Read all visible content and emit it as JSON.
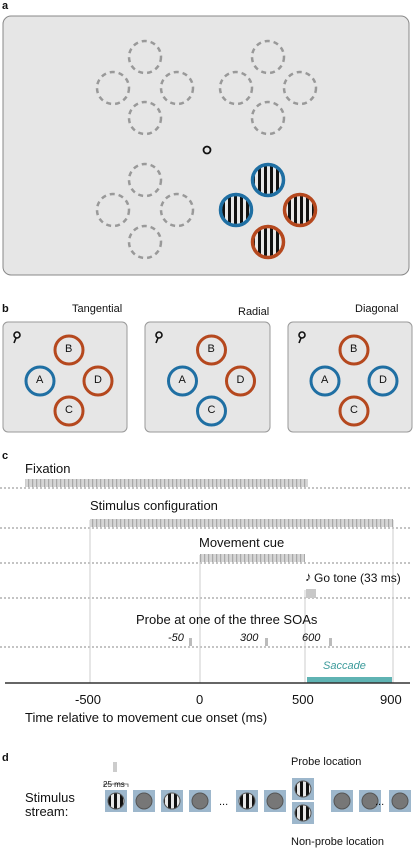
{
  "panels": {
    "a": {
      "label": "a"
    },
    "b": {
      "label": "b",
      "configs": [
        {
          "title": "Tangential",
          "letters": {
            "top": "B",
            "left": "A",
            "right": "D",
            "bottom": "C"
          },
          "colors": {
            "top": "orange",
            "left": "blue",
            "right": "orange",
            "bottom": "orange"
          }
        },
        {
          "title": "Radial",
          "letters": {
            "top": "B",
            "left": "A",
            "right": "D",
            "bottom": "C"
          },
          "colors": {
            "top": "orange",
            "left": "blue",
            "right": "orange",
            "bottom": "blue"
          }
        },
        {
          "title": "Diagonal",
          "letters": {
            "top": "B",
            "left": "A",
            "right": "D",
            "bottom": "C"
          },
          "colors": {
            "top": "orange",
            "left": "blue",
            "right": "blue",
            "bottom": "orange"
          }
        }
      ]
    },
    "c": {
      "label": "c",
      "rows": [
        {
          "name": "fixation",
          "text": "Fixation"
        },
        {
          "name": "stimulus",
          "text": "Stimulus configuration"
        },
        {
          "name": "movement-cue",
          "text": "Movement cue"
        },
        {
          "name": "go-tone",
          "text": "Go tone (33 ms)"
        },
        {
          "name": "probe",
          "text": "Probe at one of the three SOAs"
        }
      ],
      "soas": [
        "-50",
        "300",
        "600"
      ],
      "saccade": "Saccade",
      "ticks": [
        "-500",
        "0",
        "500",
        "900"
      ],
      "xlabel": "Time relative to movement cue onset (ms)"
    },
    "d": {
      "label": "d",
      "stream_label_1": "Stimulus",
      "stream_label_2": "stream:",
      "duration": "25 ms",
      "ellipsis": "...",
      "probe_location": "Probe location",
      "nonprobe_location": "Non-probe location"
    }
  },
  "colors": {
    "blue": "#1f6fa3",
    "orange": "#b5481e",
    "panel": "#e6e6e6",
    "teal": "#5fb3b3",
    "dash": "#999999"
  }
}
